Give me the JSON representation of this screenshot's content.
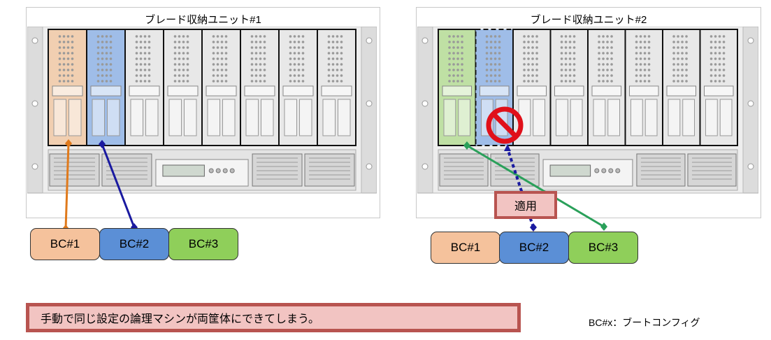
{
  "units": [
    {
      "title": "ブレード収納ユニット#1"
    },
    {
      "title": "ブレード収納ユニット#2"
    }
  ],
  "left_bcs": [
    {
      "label": "BC#1",
      "color": "#f5c29c"
    },
    {
      "label": "BC#2",
      "color": "#5b8fd6"
    },
    {
      "label": "BC#3",
      "color": "#8fcf5a"
    }
  ],
  "right_bcs": [
    {
      "label": "BC#1",
      "color": "#f5c29c"
    },
    {
      "label": "BC#2",
      "color": "#5b8fd6"
    },
    {
      "label": "BC#3",
      "color": "#8fcf5a"
    }
  ],
  "apply_label": "適用",
  "warning_text": "手動で同じ設定の論理マシンが両筐体にできてしまう。",
  "legend_note": "BC#x：ブートコンフィグ",
  "colors": {
    "orange_line": "#e07a1c",
    "blue_line": "#1a1aa0",
    "green_line": "#2aa05a",
    "prohibit": "#e0101a"
  }
}
